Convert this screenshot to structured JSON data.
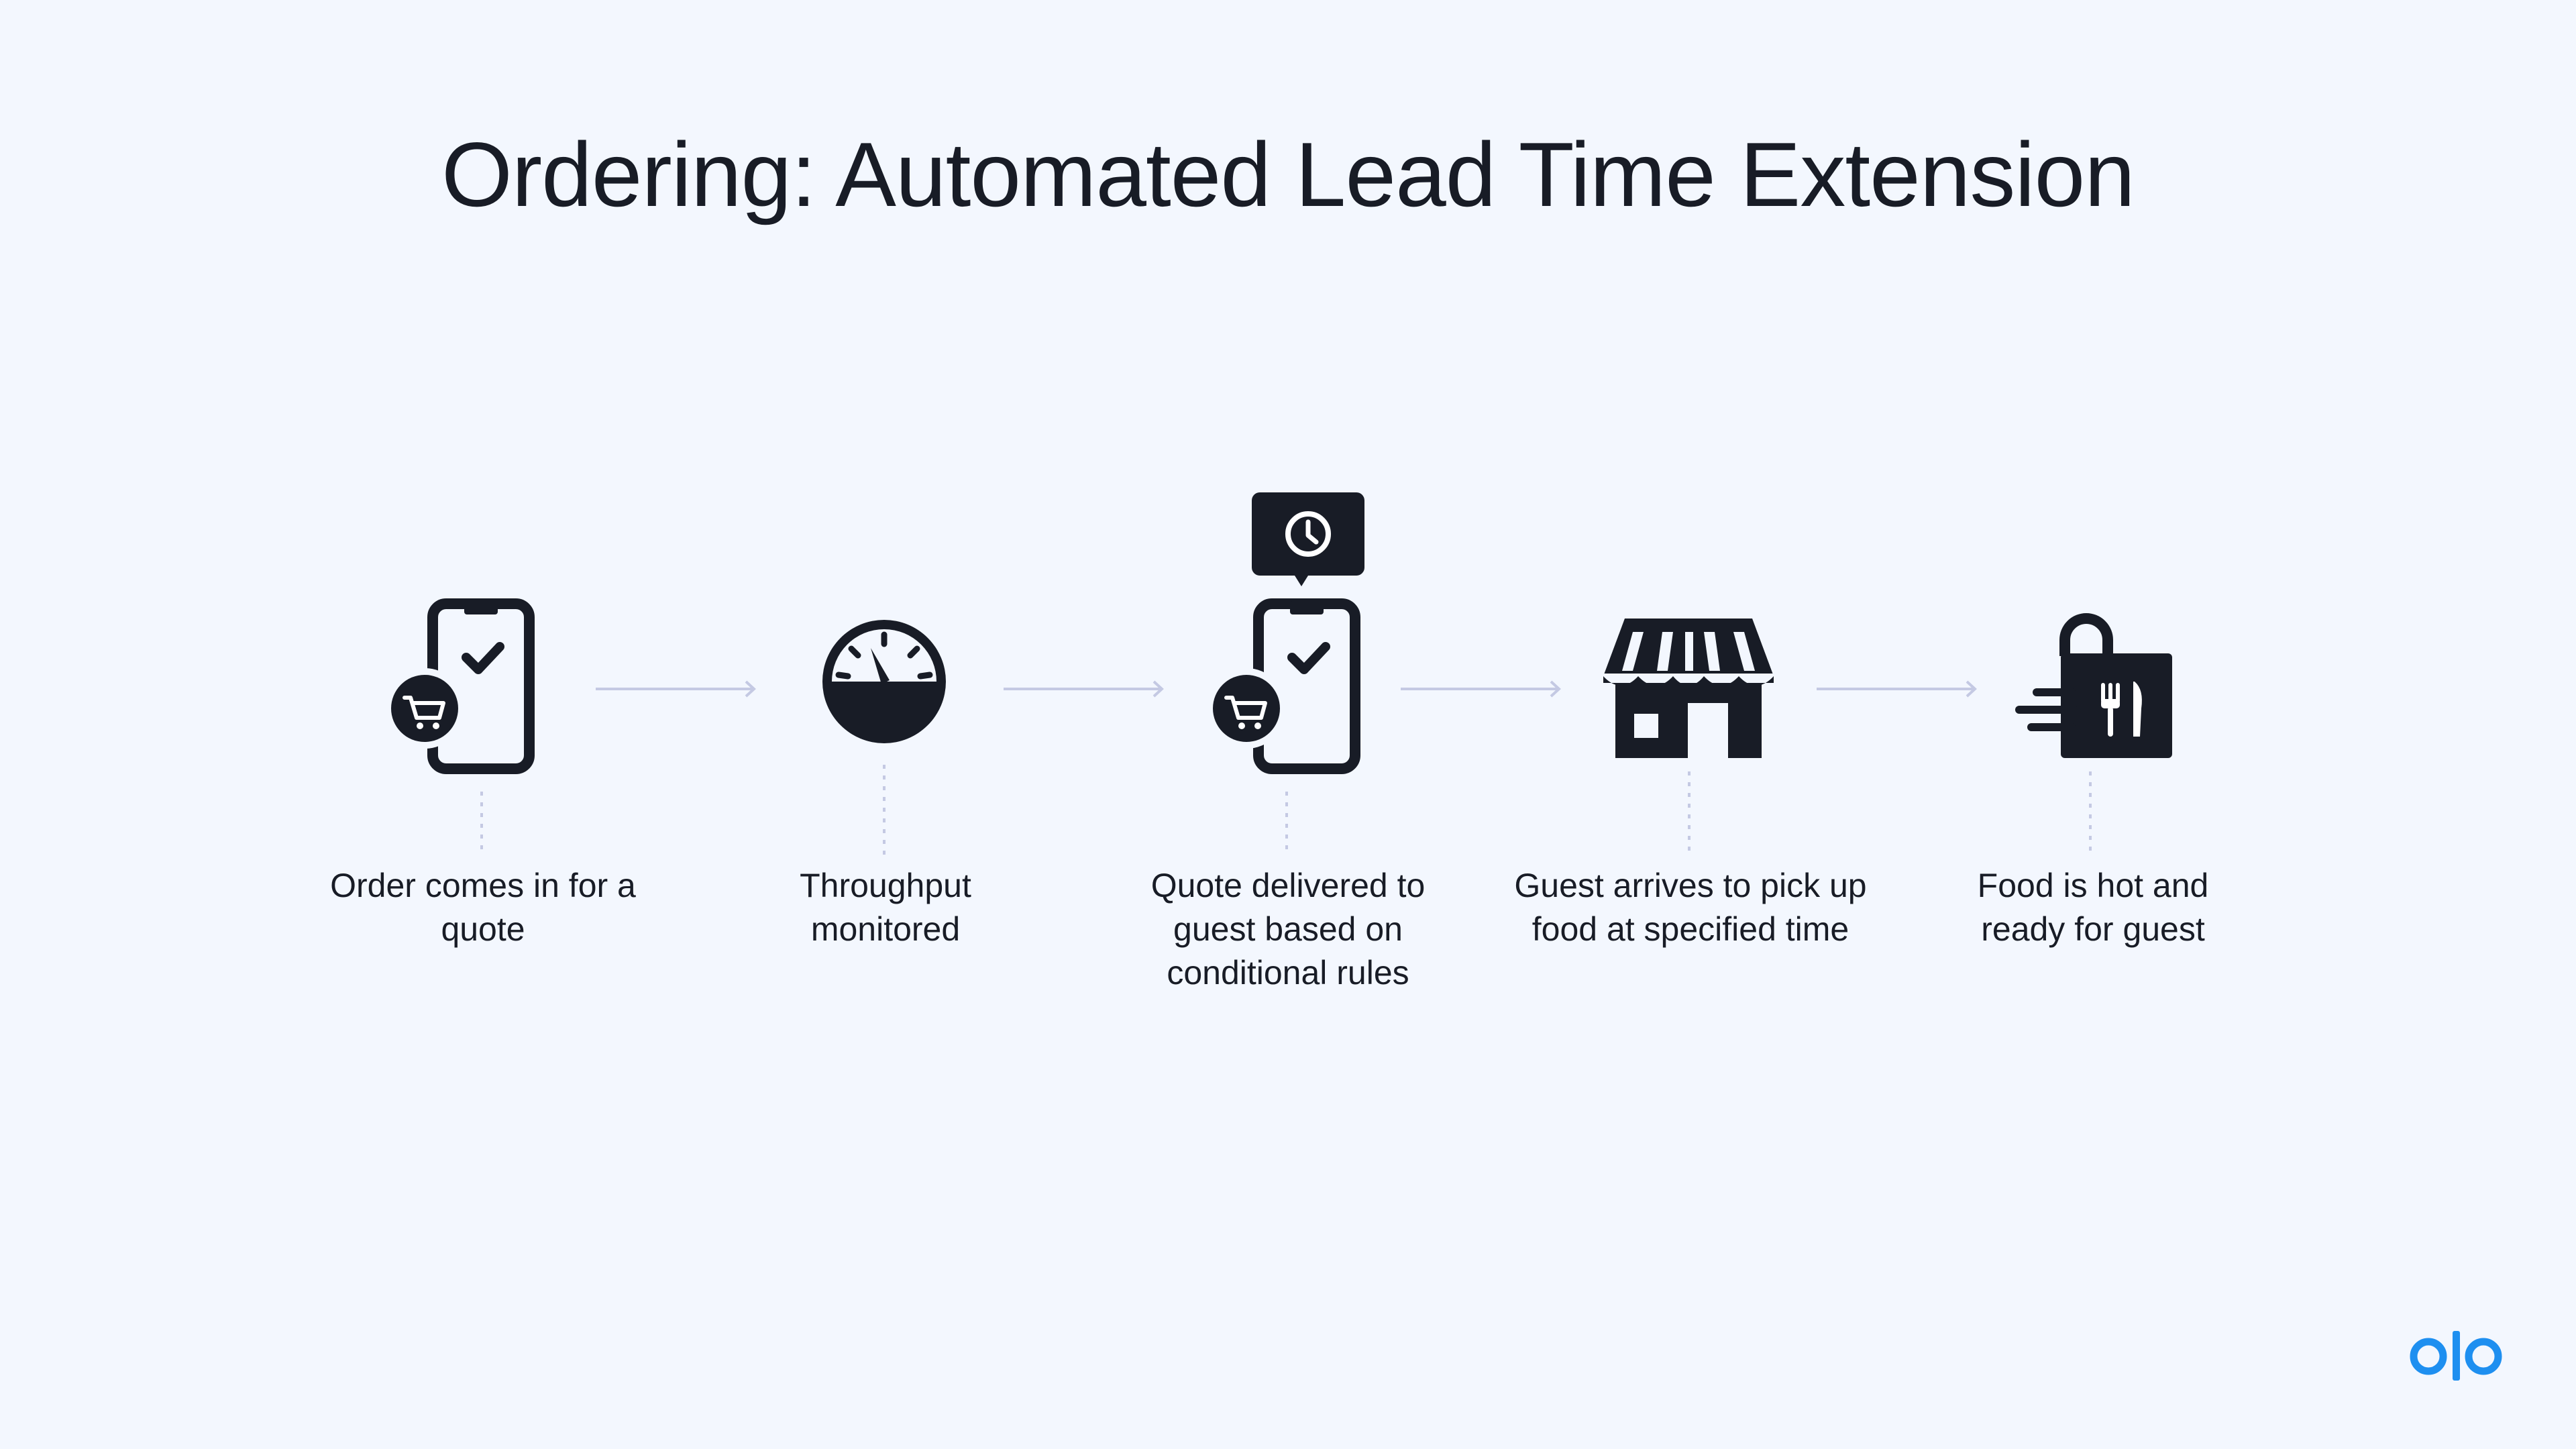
{
  "page": {
    "title": "Ordering: Automated Lead Time Extension",
    "background": "#f3f7fe"
  },
  "colors": {
    "ink": "#181c26",
    "connector": "#c4c9e3",
    "brand": "#1e8ff0"
  },
  "steps": [
    {
      "icon": "phone-cart-icon",
      "label": "Order comes in for a quote"
    },
    {
      "icon": "speedometer-icon",
      "label": "Throughput monitored"
    },
    {
      "icon": "phone-clock-icon",
      "label": "Quote delivered to guest based on conditional rules"
    },
    {
      "icon": "storefront-icon",
      "label": "Guest arrives to pick up food at specified time"
    },
    {
      "icon": "food-bag-icon",
      "label": "Food is hot and ready for guest"
    }
  ],
  "brand": {
    "logo_text": "olo",
    "icon": "olo-logo-icon"
  }
}
